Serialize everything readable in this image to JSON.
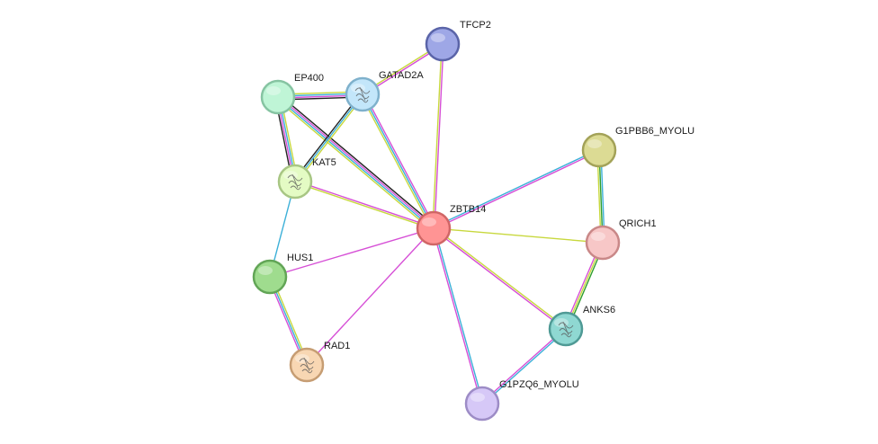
{
  "network": {
    "nodes": [
      {
        "id": "ZBTB14",
        "label": "ZBTB14",
        "fill": "#ff9494",
        "stroke": "#d06666",
        "icon": "none"
      },
      {
        "id": "TFCP2",
        "label": "TFCP2",
        "fill": "#9ea7e6",
        "stroke": "#5a64a8",
        "icon": "none"
      },
      {
        "id": "EP400",
        "label": "EP400",
        "fill": "#bff5d6",
        "stroke": "#86c4a2",
        "icon": "none"
      },
      {
        "id": "GATAD2A",
        "label": "GATAD2A",
        "fill": "#c3e6fa",
        "stroke": "#7fb1cc",
        "icon": "protein-structure-icon"
      },
      {
        "id": "KAT5",
        "label": "KAT5",
        "fill": "#e4fbc4",
        "stroke": "#a8c684",
        "icon": "protein-structure-icon"
      },
      {
        "id": "G1PBB6_MYOLU",
        "label": "G1PBB6_MYOLU",
        "fill": "#dcdb94",
        "stroke": "#a3a258",
        "icon": "none"
      },
      {
        "id": "QRICH1",
        "label": "QRICH1",
        "fill": "#f7c7c7",
        "stroke": "#c98888",
        "icon": "none"
      },
      {
        "id": "HUS1",
        "label": "HUS1",
        "fill": "#9fdc8e",
        "stroke": "#62a556",
        "icon": "none"
      },
      {
        "id": "ANKS6",
        "label": "ANKS6",
        "fill": "#8fd8d2",
        "stroke": "#4f9a95",
        "icon": "protein-structure-icon"
      },
      {
        "id": "RAD1",
        "label": "RAD1",
        "fill": "#f8d7b3",
        "stroke": "#c69d73",
        "icon": "protein-structure-icon"
      },
      {
        "id": "G1PZQ6_MYOLU",
        "label": "G1PZQ6_MYOLU",
        "fill": "#d6c8f7",
        "stroke": "#9d8cc6",
        "icon": "none"
      }
    ],
    "edges": [
      {
        "source": "ZBTB14",
        "target": "TFCP2",
        "colors": [
          "#c8d83e",
          "#d64fd6"
        ]
      },
      {
        "source": "ZBTB14",
        "target": "EP400",
        "colors": [
          "#c8d83e",
          "#3cb0d8",
          "#d64fd6",
          "#222222"
        ]
      },
      {
        "source": "ZBTB14",
        "target": "GATAD2A",
        "colors": [
          "#c8d83e",
          "#3cb0d8",
          "#d64fd6"
        ]
      },
      {
        "source": "ZBTB14",
        "target": "KAT5",
        "colors": [
          "#c8d83e",
          "#d64fd6"
        ]
      },
      {
        "source": "ZBTB14",
        "target": "G1PBB6_MYOLU",
        "colors": [
          "#3cb0d8",
          "#d64fd6"
        ]
      },
      {
        "source": "ZBTB14",
        "target": "QRICH1",
        "colors": [
          "#c8d83e"
        ]
      },
      {
        "source": "ZBTB14",
        "target": "HUS1",
        "colors": [
          "#d64fd6"
        ]
      },
      {
        "source": "ZBTB14",
        "target": "ANKS6",
        "colors": [
          "#c8d83e",
          "#d64fd6"
        ]
      },
      {
        "source": "ZBTB14",
        "target": "RAD1",
        "colors": [
          "#d64fd6"
        ]
      },
      {
        "source": "ZBTB14",
        "target": "G1PZQ6_MYOLU",
        "colors": [
          "#3cb0d8",
          "#d64fd6"
        ]
      },
      {
        "source": "EP400",
        "target": "GATAD2A",
        "colors": [
          "#c8d83e",
          "#3cb0d8",
          "#d64fd6",
          "#222222"
        ]
      },
      {
        "source": "EP400",
        "target": "KAT5",
        "colors": [
          "#c8d83e",
          "#3cb0d8",
          "#d64fd6",
          "#222222"
        ]
      },
      {
        "source": "GATAD2A",
        "target": "KAT5",
        "colors": [
          "#c8d83e",
          "#3cb0d8",
          "#222222"
        ]
      },
      {
        "source": "GATAD2A",
        "target": "TFCP2",
        "colors": [
          "#c8d83e",
          "#d64fd6"
        ]
      },
      {
        "source": "KAT5",
        "target": "HUS1",
        "colors": [
          "#3cb0d8"
        ]
      },
      {
        "source": "HUS1",
        "target": "RAD1",
        "colors": [
          "#c8d83e",
          "#3cb0d8",
          "#d64fd6"
        ]
      },
      {
        "source": "G1PBB6_MYOLU",
        "target": "QRICH1",
        "colors": [
          "#3cb0d8",
          "#2e9e2e",
          "#c8d83e"
        ]
      },
      {
        "source": "QRICH1",
        "target": "ANKS6",
        "colors": [
          "#2e9e2e",
          "#c8d83e",
          "#d64fd6"
        ]
      },
      {
        "source": "ANKS6",
        "target": "G1PZQ6_MYOLU",
        "colors": [
          "#3cb0d8",
          "#d64fd6"
        ]
      }
    ]
  }
}
